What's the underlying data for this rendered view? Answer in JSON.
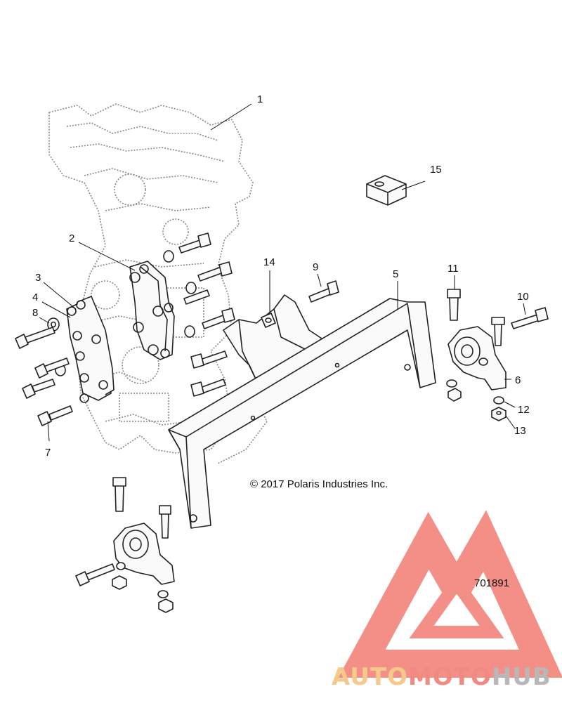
{
  "callouts": [
    "1",
    "2",
    "3",
    "4",
    "5",
    "6",
    "7",
    "8",
    "9",
    "10",
    "11",
    "12",
    "13",
    "14",
    "15"
  ],
  "copyright": "© 2017 Polaris Industries Inc.",
  "document_number": "701891",
  "watermark": {
    "part1": "AUTO",
    "part2": "MOTO",
    "part3": "HUB",
    "colors": {
      "auto": "#f4c98a",
      "moto": "#f08a82",
      "hub": "#b8b8b8",
      "triangle": "#f06a5e"
    }
  }
}
